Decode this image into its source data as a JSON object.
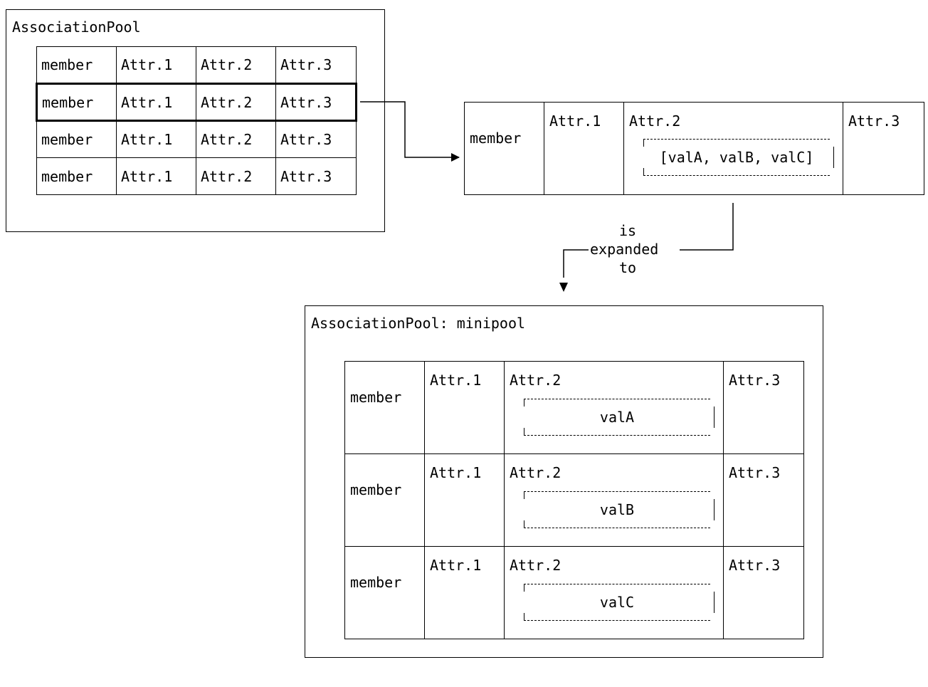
{
  "top_pool": {
    "title": "AssociationPool",
    "rows": [
      [
        "member",
        "Attr.1",
        "Attr.2",
        "Attr.3"
      ],
      [
        "member",
        "Attr.1",
        "Attr.2",
        "Attr.3"
      ],
      [
        "member",
        "Attr.1",
        "Attr.2",
        "Attr.3"
      ],
      [
        "member",
        "Attr.1",
        "Attr.2",
        "Attr.3"
      ]
    ],
    "selected_row": 1
  },
  "expanded_row": {
    "member": "member",
    "attr1": "Attr.1",
    "attr2": "Attr.2",
    "attr3": "Attr.3",
    "list_value": "[valA, valB, valC]"
  },
  "connector": {
    "label_line1": "is",
    "label_line2": "expanded",
    "label_line3": "to"
  },
  "minipool": {
    "title": "AssociationPool: minipool",
    "rows": [
      {
        "member": "member",
        "attr1": "Attr.1",
        "attr2": "Attr.2",
        "attr3": "Attr.3",
        "value": "valA"
      },
      {
        "member": "member",
        "attr1": "Attr.1",
        "attr2": "Attr.2",
        "attr3": "Attr.3",
        "value": "valB"
      },
      {
        "member": "member",
        "attr1": "Attr.1",
        "attr2": "Attr.2",
        "attr3": "Attr.3",
        "value": "valC"
      }
    ]
  }
}
